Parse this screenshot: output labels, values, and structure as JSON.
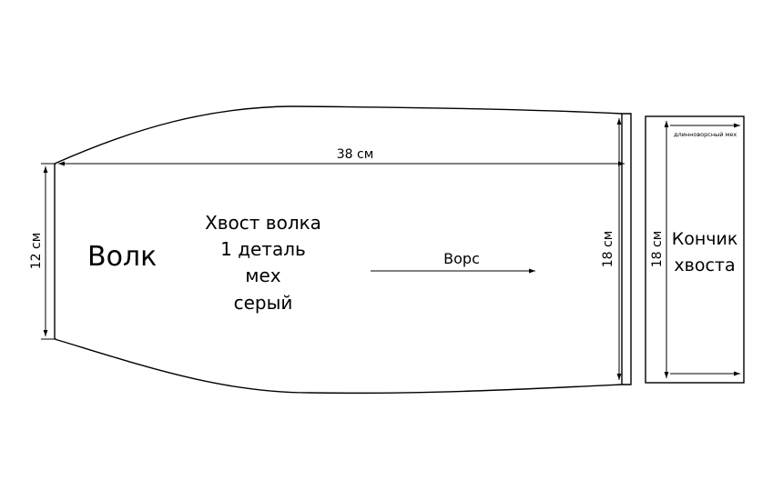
{
  "tail_piece": {
    "name_label": "Волк",
    "description_lines": [
      "Хвост волка",
      "1 деталь",
      "мех",
      "серый"
    ],
    "nap_label": "Ворс",
    "length_label": "38 см",
    "left_height_label": "12 см",
    "right_height_label": "18 см"
  },
  "tail_tip_piece": {
    "name_lines": [
      "Кончик",
      "хвоста"
    ],
    "height_label": "18 см",
    "fur_note": "длинноворсный мех"
  }
}
